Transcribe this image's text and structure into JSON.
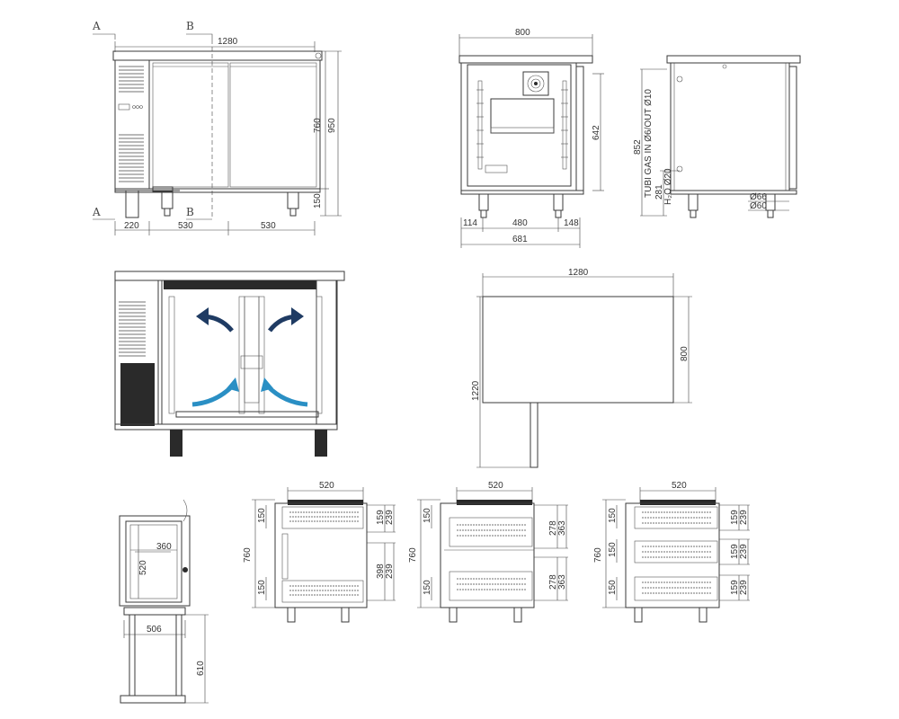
{
  "section_labels": {
    "a_top": "A",
    "a_bottom": "A",
    "b_top": "B",
    "b_bottom": "B"
  },
  "front": {
    "width": "1280",
    "h_top": "760",
    "h_total": "950",
    "h_base": "150",
    "w_left": "220",
    "w_mid": "530",
    "w_right": "530"
  },
  "side": {
    "width": "800",
    "w_114": "114",
    "w_480": "480",
    "w_148": "148",
    "w_681": "681",
    "h_642": "642"
  },
  "side2": {
    "h_852": "852",
    "tubi": "TUBI GAS IN Ø6/OUT Ø10",
    "h_281": "281",
    "h2o": "H₂O Ø20",
    "d66": "Ø66",
    "d60": "Ø60"
  },
  "plan": {
    "width": "1280",
    "depth": "800",
    "depth_open": "1220"
  },
  "drawer": {
    "w_360": "360",
    "h_520": "520",
    "w_506": "506",
    "h_610": "610"
  },
  "config1": {
    "top": "520",
    "h_760": "760",
    "a": "150",
    "b": "150",
    "r1": "159",
    "r2": "239",
    "r3": "398",
    "r4": "239"
  },
  "config2": {
    "top": "520",
    "h_760": "760",
    "a": "150",
    "b": "150",
    "r1": "278",
    "r2": "363",
    "r3": "278",
    "r4": "363"
  },
  "config3": {
    "top": "520",
    "h_760": "760",
    "a": "150",
    "b": "150",
    "c": "150",
    "r1": "159",
    "r2": "239",
    "r3": "159",
    "r4": "239",
    "r5": "159",
    "r6": "239"
  }
}
